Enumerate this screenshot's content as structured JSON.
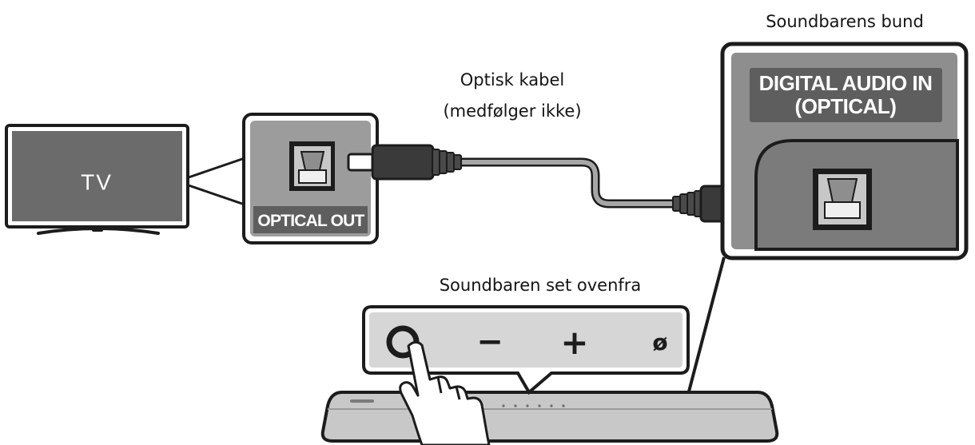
{
  "labels": {
    "cable_title": "Optisk kabel",
    "cable_note": "(medfølger ikke)",
    "bottom_title": "Soundbarens bund",
    "top_view_title": "Soundbaren set ovenfra",
    "tv": "TV",
    "optical_out": "OPTICAL OUT",
    "digital_in_line1": "DIGITAL AUDIO IN",
    "digital_in_line2": "(OPTICAL)"
  },
  "buttons": {
    "minus": "−",
    "plus": "+",
    "mic_off": "ø"
  },
  "colors": {
    "outline": "#1c1c1c",
    "panel_gray": "#9c9c9c",
    "screen_gray": "#6b6b6b",
    "plate_gray": "#5e5e5e",
    "cable_gray": "#a6a6a6",
    "soundbar_gray": "#c8c8c8",
    "button_panel": "#d6d6d6"
  }
}
